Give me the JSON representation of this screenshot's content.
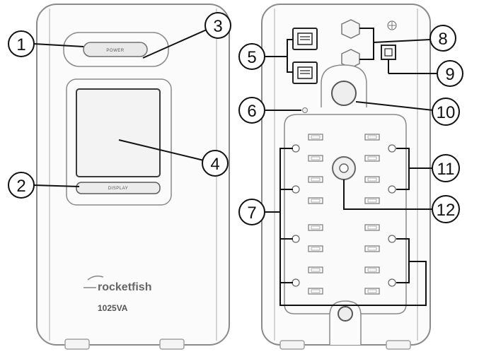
{
  "front": {
    "power_label": "POWER",
    "display_label": "DISPLAY",
    "brand": "rocketfish",
    "model": "1025VA"
  },
  "callouts": {
    "c1": "1",
    "c2": "2",
    "c3": "3",
    "c4": "4",
    "c5": "5",
    "c6": "6",
    "c7": "7",
    "c8": "8",
    "c9": "9",
    "c10": "10",
    "c11": "11",
    "c12": "12"
  },
  "colors": {
    "line": "#111111",
    "body_stroke": "#8a8a8a",
    "panel_fill": "#f2f2f2"
  }
}
